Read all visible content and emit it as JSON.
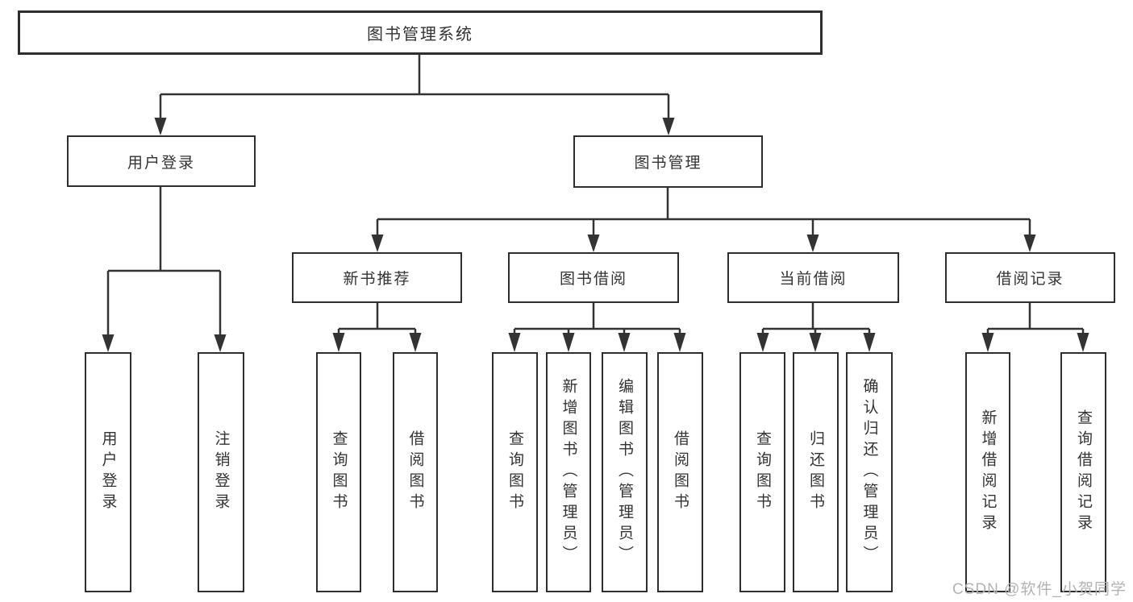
{
  "diagram": {
    "root": {
      "label": "图书管理系统"
    },
    "branches": [
      {
        "label": "用户登录",
        "children": [
          {
            "label": "用户登录"
          },
          {
            "label": "注销登录"
          }
        ]
      },
      {
        "label": "图书管理",
        "children": [
          {
            "label": "新书推荐",
            "children": [
              {
                "label": "查询图书"
              },
              {
                "label": "借阅图书"
              }
            ]
          },
          {
            "label": "图书借阅",
            "children": [
              {
                "label": "查询图书"
              },
              {
                "label": "新增图书（管理员）"
              },
              {
                "label": "编辑图书（管理员）"
              },
              {
                "label": "借阅图书"
              }
            ]
          },
          {
            "label": "当前借阅",
            "children": [
              {
                "label": "查询图书"
              },
              {
                "label": "归还图书"
              },
              {
                "label": "确认归还（管理员）"
              }
            ]
          },
          {
            "label": "借阅记录",
            "children": [
              {
                "label": "新增借阅记录"
              },
              {
                "label": "查询借阅记录"
              }
            ]
          }
        ]
      }
    ]
  },
  "watermark": {
    "text": "CSDN @软件_小贺同学"
  },
  "colors": {
    "line": "#333333",
    "box_border": "#2e2e2e",
    "text": "#333333",
    "background": "#ffffff",
    "watermark": "#b3b3b3"
  }
}
